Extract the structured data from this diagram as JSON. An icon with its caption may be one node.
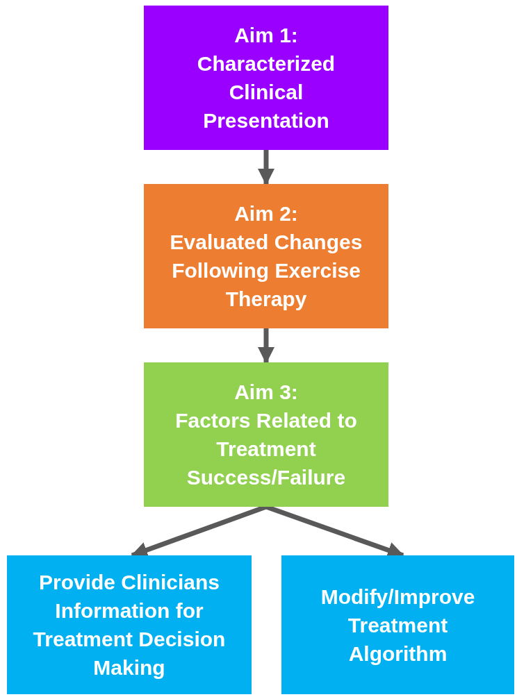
{
  "diagram": {
    "nodes": [
      {
        "text": [
          "Aim 1:",
          "Characterized Clinical Presentation"
        ]
      },
      {
        "text": [
          "Aim 2:",
          "Evaluated Changes Following Exercise Therapy"
        ]
      },
      {
        "text": [
          "Aim 3:",
          "Factors Related to Treatment Success/Failure"
        ]
      },
      {
        "text": [
          "Provide Clinicians Information for Treatment Decision Making"
        ]
      },
      {
        "text": [
          "Modify/Improve Treatment Algorithm"
        ]
      }
    ],
    "edges": [
      {
        "from": 0,
        "to": 1,
        "arrow": "to"
      },
      {
        "from": 1,
        "to": 2,
        "arrow": "to"
      },
      {
        "from": 2,
        "to": 3,
        "arrow": "to"
      },
      {
        "from": 2,
        "to": 4,
        "arrow": "to"
      }
    ]
  }
}
